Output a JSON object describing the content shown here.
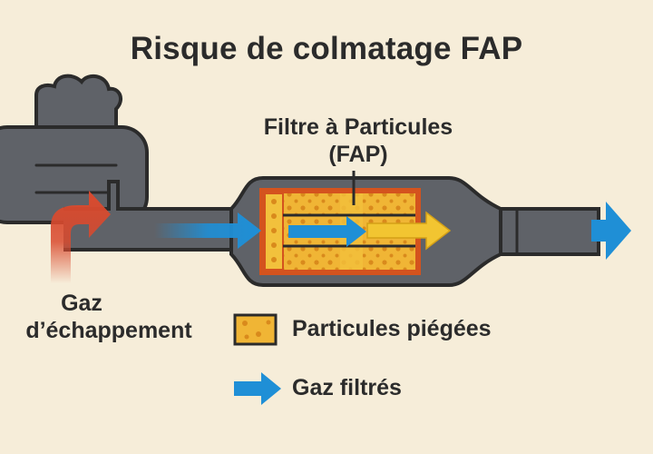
{
  "title": "Risque de colmatage FAP",
  "filter_label": {
    "line1": "Filtre à Particules",
    "line2": "(FAP)"
  },
  "exhaust_label": {
    "line1": "Gaz",
    "line2": "d’échappement"
  },
  "legend": {
    "particles": "Particules piégées",
    "filtered_gas": "Gaz filtrés"
  },
  "colors": {
    "background": "#f6edd9",
    "pipe": "#5f6268",
    "pipe_outline": "#2b2b2b",
    "filter_fill": "#f0b535",
    "particle_dots": "#d98a1c",
    "filter_frame": "#d4531e",
    "exhaust_arrow": "#d94a2e",
    "gas_arrow": "#1f8fd6",
    "filtered_arrow": "#f2c531"
  },
  "icons": [
    "engine-block-icon",
    "exhaust-arrow-icon",
    "filtered-gas-arrow-icon",
    "particle-swatch-icon"
  ]
}
